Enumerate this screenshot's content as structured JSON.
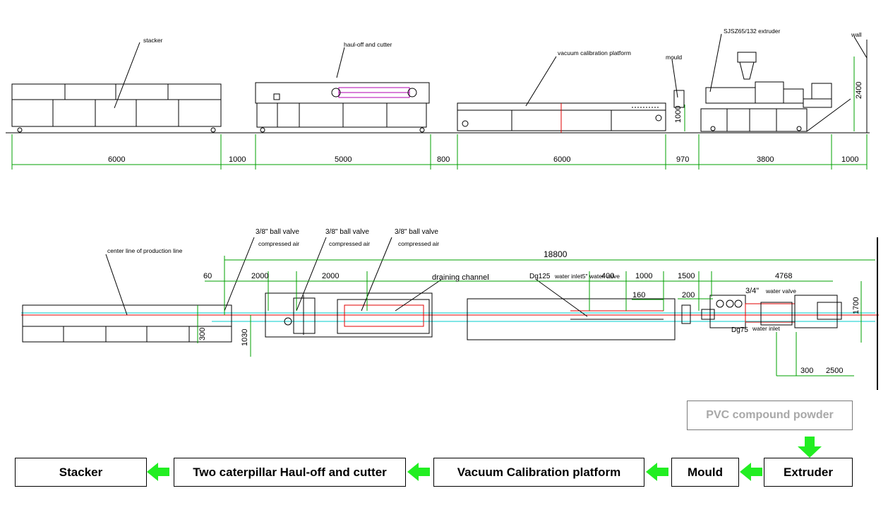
{
  "side_view": {
    "labels": {
      "stacker": "stacker",
      "haul_off": "haul-off and cutter",
      "vacuum": "vacuum calibration platform",
      "mould": "mould",
      "extruder": "SJSZ65/132  extruder",
      "wall": "wall"
    },
    "dims": [
      "6000",
      "1000",
      "5000",
      "800",
      "6000",
      "970",
      "3800",
      "1000"
    ],
    "vertical_dims": {
      "height": "2400",
      "center": "1000"
    }
  },
  "plan_view": {
    "labels": {
      "center_line": "center line of production line",
      "valve1": "3/8\"  ball valve",
      "valve2": "3/8\" ball valve",
      "valve3": "3/8\" ball valve",
      "air": "compressed air",
      "draining": "draining channel",
      "dg125": "Dg125",
      "water_inlet": "water inlet5\"",
      "water_valve": "water valve",
      "valve34": "3/4\"",
      "water_valve2": "water valve",
      "dg75": "Dg75",
      "water_inlet2": "water inlet"
    },
    "dims": {
      "total": "18800",
      "d60": "60",
      "d2000a": "2000",
      "d2000b": "2000",
      "d400": "400",
      "d1000": "1000",
      "d1500": "1500",
      "d4768": "4768",
      "d160": "160",
      "d200": "200",
      "d1700": "1700",
      "d300": "300",
      "d2500": "2500",
      "d1030": "1030",
      "d300v": "300"
    }
  },
  "flow": {
    "input": "PVC compound powder",
    "steps": [
      "Stacker",
      "Two caterpillar Haul-off and cutter",
      "Vacuum Calibration platform",
      "Mould",
      "Extruder"
    ],
    "arrow_color": "#22ee22"
  }
}
